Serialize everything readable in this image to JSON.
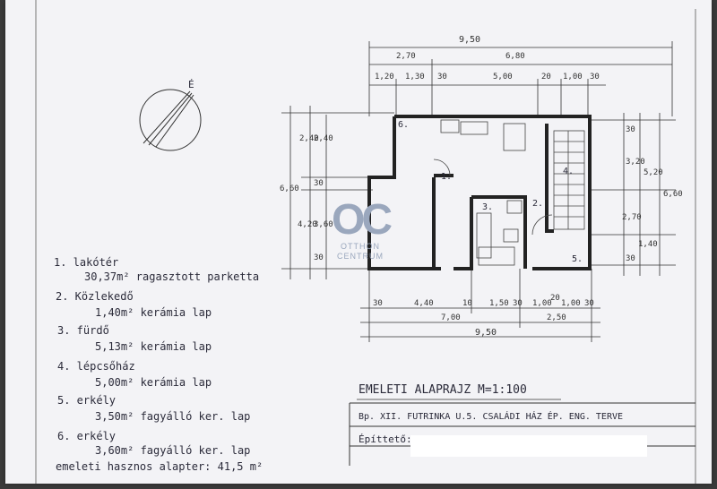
{
  "dimensions": {
    "total_width_top": "9,50",
    "left_block": "2,70",
    "right_block": "6,80",
    "top_segments": [
      "1,20",
      "1,30",
      "30",
      "5,00",
      "20",
      "1,00",
      "30"
    ],
    "left_heights_outer": "6,60",
    "left_heights": [
      "2,40",
      "2,40",
      "30",
      "4,20",
      "3,60",
      "30"
    ],
    "right_heights_outer": "6,60",
    "right_heights": [
      "30",
      "3,20",
      "5,20",
      "2,70",
      "1,40",
      "30"
    ],
    "bottom_segments": [
      "30",
      "4,40",
      "10",
      "1,50",
      "30",
      "1,00",
      "20",
      "1,00",
      "30"
    ],
    "bottom_sub": [
      "7,00",
      "2,50"
    ],
    "total_width_bottom": "9,50"
  },
  "room_numbers": [
    "1.",
    "2.",
    "3.",
    "4.",
    "5.",
    "6."
  ],
  "legend": [
    {
      "title": "1. lakótér",
      "detail": "30,37m² ragasztott parketta"
    },
    {
      "title": "2. Közlekedő",
      "detail": "1,40m² kerámia lap"
    },
    {
      "title": "3. fürdő",
      "detail": "5,13m² kerámia lap"
    },
    {
      "title": "4. lépcsőház",
      "detail": "5,00m² kerámia lap"
    },
    {
      "title": "5. erkély",
      "detail": "3,50m² fagyálló ker. lap"
    },
    {
      "title": "6. erkély",
      "detail": "3,60m² fagyálló ker. lap"
    },
    {
      "title": "emeleti hasznos alapter: 41,5 m²",
      "detail": ""
    }
  ],
  "plan_title": "EMELETI ALAPRAJZ M=1:100",
  "title_block": {
    "line1": "Bp. XII. FUTRINKA U.5. CSALÁDI HÁZ ÉP. ENG. TERVE",
    "line2": "Építtető:"
  },
  "watermark": {
    "logo": "OC",
    "line1": "OTTHON",
    "line2": "CENTRUM"
  },
  "north_label": "É"
}
